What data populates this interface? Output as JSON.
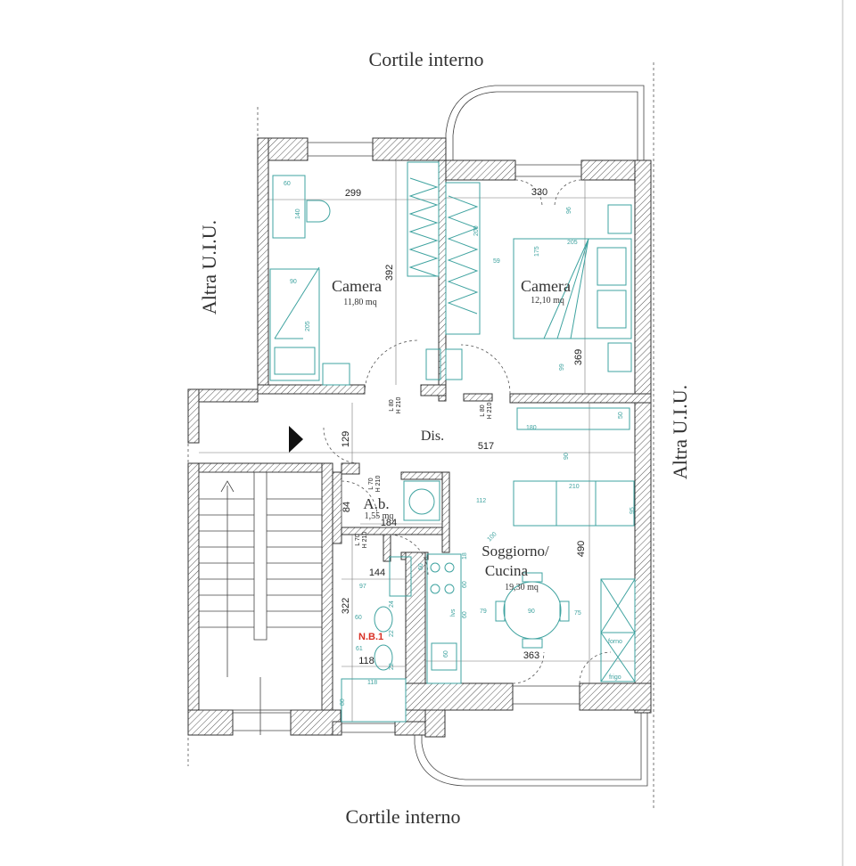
{
  "labels": {
    "courtyard_top": "Cortile interno",
    "courtyard_bottom": "Cortile interno",
    "other_unit_left": "Altra U.I.U.",
    "other_unit_right": "Altra U.I.U."
  },
  "rooms": {
    "camera1": {
      "name": "Camera",
      "area": "11,80 mq"
    },
    "camera2": {
      "name": "Camera",
      "area": "12,10 mq"
    },
    "dis": {
      "name": "Dis."
    },
    "ab": {
      "name": "A.b.",
      "area": "1,55 mq"
    },
    "soggiorno": {
      "name_line1": "Soggiorno/",
      "name_line2": "Cucina",
      "area": "19,30 mq"
    }
  },
  "dimensions": {
    "d299": "299",
    "d392": "392",
    "d330": "330",
    "d369": "369",
    "d129": "129",
    "d517": "517",
    "d84": "84",
    "d184": "184",
    "d144": "144",
    "d322": "322",
    "d118": "118",
    "d490": "490",
    "d363": "363"
  },
  "doors": {
    "door1_l": "L 80",
    "door1_h": "H 210",
    "door2_l": "L 80",
    "door2_h": "H 210",
    "door3_l": "L 70",
    "door3_h": "H 210",
    "door4_l": "L 70",
    "door4_h": "H 210"
  },
  "furniture_dims": {
    "f60a": "60",
    "f140": "140",
    "f90a": "90",
    "f205a": "205",
    "f96": "96",
    "f175": "175",
    "f205b": "205",
    "f59": "59",
    "f200": "200",
    "f99": "99",
    "f180": "180",
    "f50": "50",
    "f90b": "90",
    "f210": "210",
    "f112": "112",
    "f95": "95",
    "f100": "100",
    "f18": "18",
    "f60b": "60",
    "f60c": "60",
    "f79": "79",
    "f90c": "90",
    "f75": "75",
    "f60d": "60",
    "f97": "97",
    "f60e": "60",
    "f24": "24",
    "f22a": "22",
    "f61": "61",
    "f22b": "22",
    "f118": "118",
    "f80": "80",
    "f60f": "60"
  },
  "appliances": {
    "lvs": "lvs",
    "forno": "forno",
    "frigo": "frigo"
  },
  "note": {
    "text": "N.B.1",
    "color": "#d93025"
  },
  "colors": {
    "furniture": "#3fa3a0",
    "walls": "#333333"
  },
  "icons": {
    "entrance": "entrance-arrow-icon"
  }
}
